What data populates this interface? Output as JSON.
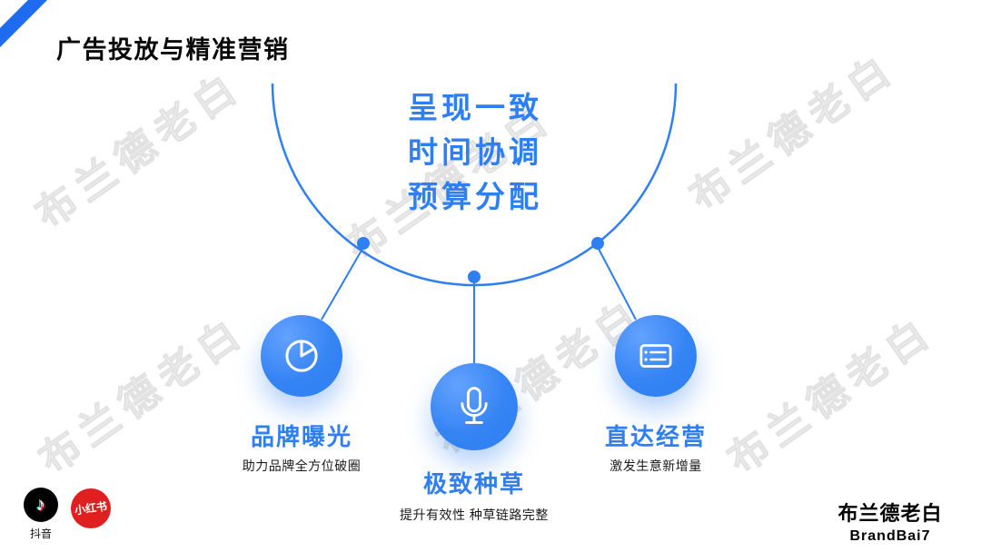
{
  "title": "广告投放与精准营销",
  "watermark": {
    "text": "布兰德老白"
  },
  "hub": {
    "lines": [
      "呈现一致",
      "时间协调",
      "预算分配"
    ]
  },
  "nodes": [
    {
      "icon": "pie-chart-icon",
      "label": "品牌曝光",
      "desc": "助力品牌全方位破圈"
    },
    {
      "icon": "microphone-icon",
      "label": "极致种草",
      "desc": "提升有效性 种草链路完整"
    },
    {
      "icon": "document-list-icon",
      "label": "直达经营",
      "desc": "激发生意新增量"
    }
  ],
  "platforms": {
    "tiktok": {
      "label": "抖音",
      "note_glyph": "♪"
    },
    "xiaohongshu": {
      "label": "小红书"
    }
  },
  "branding": {
    "logo_text": "布兰德老白",
    "name": "BrandBai7"
  },
  "colors": {
    "accent_blue": "#2E7FF2",
    "ribbon_blue": "#1E6BF0",
    "tiktok_black": "#000000",
    "xiaohongshu_red": "#E02020"
  }
}
